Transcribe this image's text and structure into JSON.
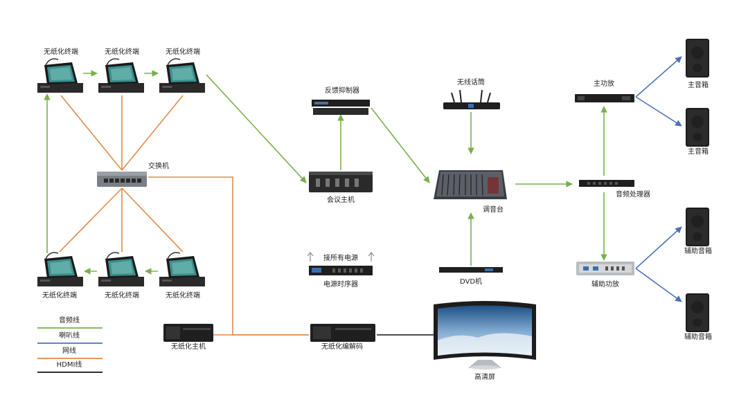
{
  "colors": {
    "audio": "#78b04b",
    "speaker": "#4a72b8",
    "network": "#e08a47",
    "hdmi": "#111111"
  },
  "labels": {
    "terminal": "无纸化终端",
    "switch": "交换机",
    "feedback_suppressor": "反馈抑制器",
    "conference_host": "会议主机",
    "wireless_mic": "无线话筒",
    "mixer": "调音台",
    "main_amp": "主功放",
    "audio_processor": "音频处理器",
    "aux_amp": "辅助功放",
    "main_speaker": "主音箱",
    "aux_speaker": "辅助音箱",
    "power_note": "接所有电源",
    "power_sequencer": "电源时序器",
    "dvd": "DVD机",
    "paperless_host": "无纸化主机",
    "paperless_codec": "无纸化编解码",
    "hd_screen": "高清屏"
  },
  "legend": [
    {
      "label": "音频线",
      "color": "#78b04b"
    },
    {
      "label": "喇叭线",
      "color": "#4a72b8"
    },
    {
      "label": "网线",
      "color": "#e08a47"
    },
    {
      "label": "HDMI线",
      "color": "#111111"
    }
  ]
}
